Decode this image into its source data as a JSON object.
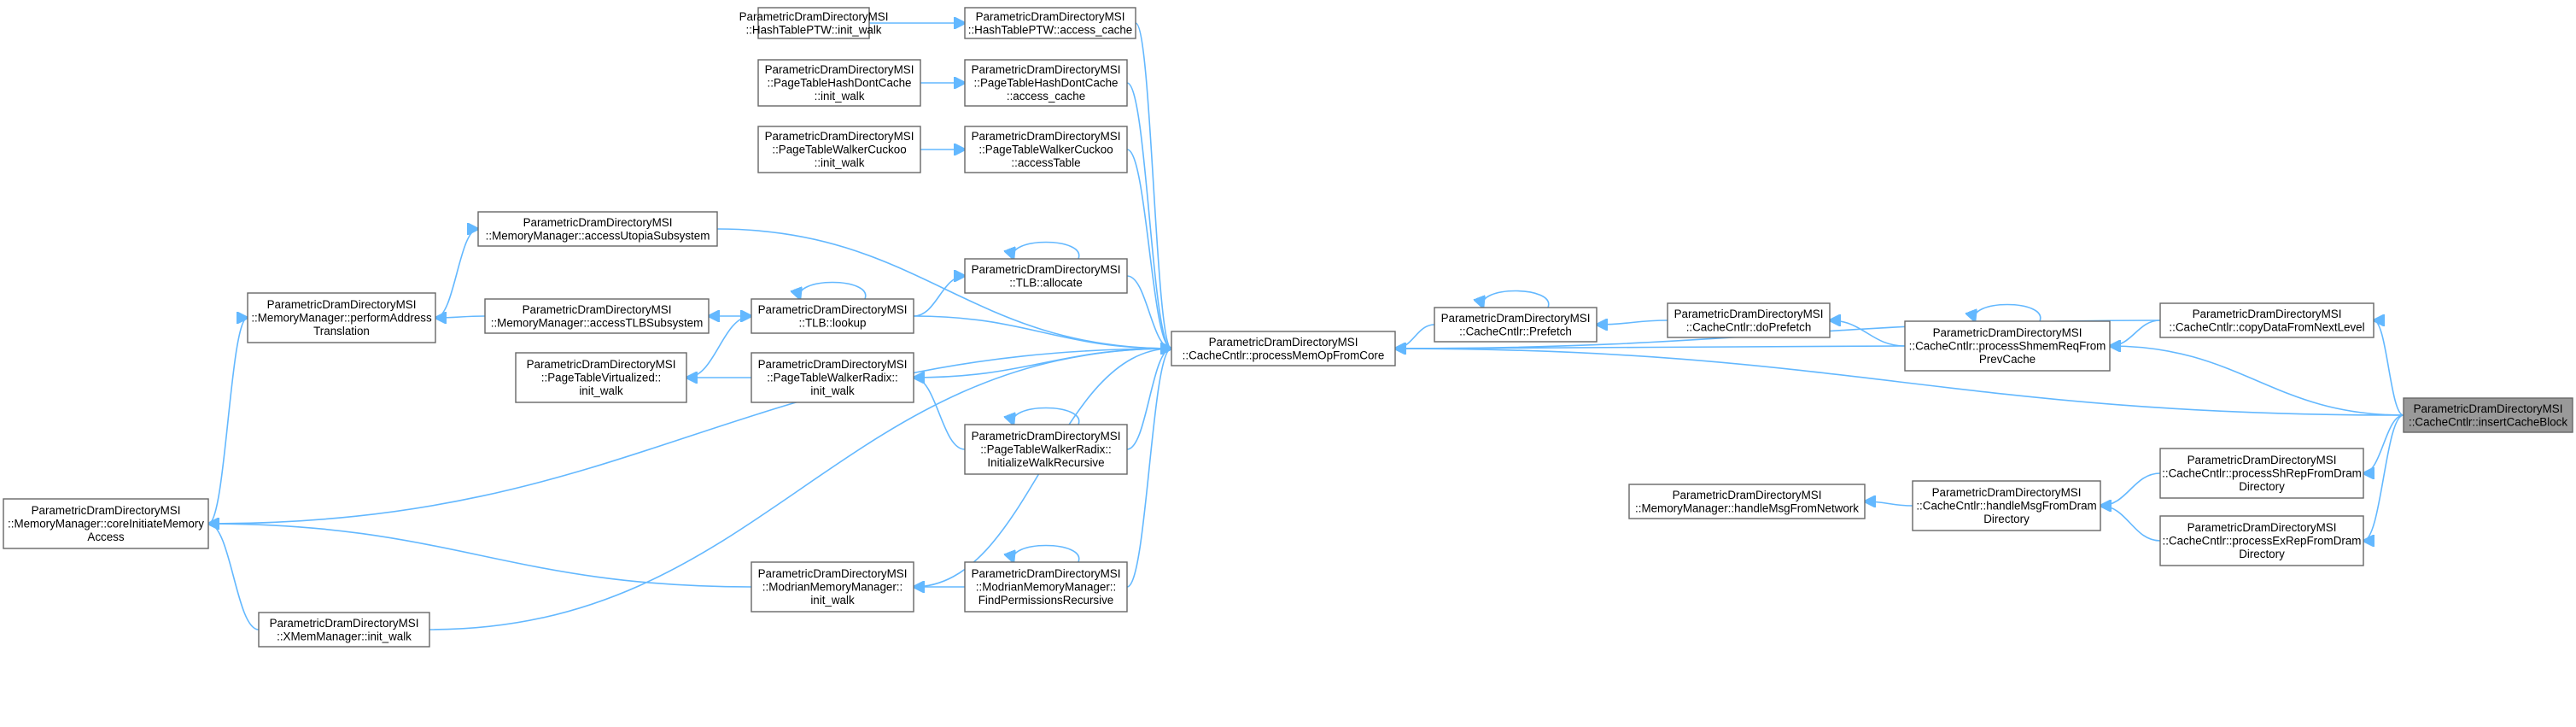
{
  "colors": {
    "edge": "#63b8ff",
    "node_border": "#666666",
    "node_fill": "#ffffff",
    "current_fill": "#999999"
  },
  "nodes": [
    {
      "id": "n_hash_init",
      "lines": [
        "ParametricDramDirectoryMSI",
        "::HashTablePTW::init_walk"
      ]
    },
    {
      "id": "n_hash_cache",
      "lines": [
        "ParametricDramDirectoryMSI",
        "::HashTablePTW::access_cache"
      ]
    },
    {
      "id": "n_phdc_init",
      "lines": [
        "ParametricDramDirectoryMSI",
        "::PageTableHashDontCache",
        "::init_walk"
      ]
    },
    {
      "id": "n_phdc_cache",
      "lines": [
        "ParametricDramDirectoryMSI",
        "::PageTableHashDontCache",
        "::access_cache"
      ]
    },
    {
      "id": "n_cuckoo_init",
      "lines": [
        "ParametricDramDirectoryMSI",
        "::PageTableWalkerCuckoo",
        "::init_walk"
      ]
    },
    {
      "id": "n_cuckoo_acc",
      "lines": [
        "ParametricDramDirectoryMSI",
        "::PageTableWalkerCuckoo",
        "::accessTable"
      ]
    },
    {
      "id": "n_utopia",
      "lines": [
        "ParametricDramDirectoryMSI",
        "::MemoryManager::accessUtopiaSubsystem"
      ]
    },
    {
      "id": "n_tlb_alloc",
      "lines": [
        "ParametricDramDirectoryMSI",
        "::TLB::allocate"
      ]
    },
    {
      "id": "n_perform",
      "lines": [
        "ParametricDramDirectoryMSI",
        "::MemoryManager::performAddress",
        "Translation"
      ]
    },
    {
      "id": "n_tlbsub",
      "lines": [
        "ParametricDramDirectoryMSI",
        "::MemoryManager::accessTLBSubsystem"
      ]
    },
    {
      "id": "n_tlb_lookup",
      "lines": [
        "ParametricDramDirectoryMSI",
        "::TLB::lookup"
      ]
    },
    {
      "id": "n_virt",
      "lines": [
        "ParametricDramDirectoryMSI",
        "::PageTableVirtualized::",
        "init_walk"
      ]
    },
    {
      "id": "n_radix_init",
      "lines": [
        "ParametricDramDirectoryMSI",
        "::PageTableWalkerRadix::",
        "init_walk"
      ]
    },
    {
      "id": "n_radix_rec",
      "lines": [
        "ParametricDramDirectoryMSI",
        "::PageTableWalkerRadix::",
        "InitializeWalkRecursive"
      ]
    },
    {
      "id": "n_memop",
      "lines": [
        "ParametricDramDirectoryMSI",
        "::CacheCntlr::processMemOpFromCore"
      ]
    },
    {
      "id": "n_prefetch",
      "lines": [
        "ParametricDramDirectoryMSI",
        "::CacheCntlr::Prefetch"
      ]
    },
    {
      "id": "n_doprefetch",
      "lines": [
        "ParametricDramDirectoryMSI",
        "::CacheCntlr::doPrefetch"
      ]
    },
    {
      "id": "n_shmem",
      "lines": [
        "ParametricDramDirectoryMSI",
        "::CacheCntlr::processShmemReqFrom",
        "PrevCache"
      ]
    },
    {
      "id": "n_copydata",
      "lines": [
        "ParametricDramDirectoryMSI",
        "::CacheCntlr::copyDataFromNextLevel"
      ]
    },
    {
      "id": "n_insert",
      "lines": [
        "ParametricDramDirectoryMSI",
        "::CacheCntlr::insertCacheBlock"
      ]
    },
    {
      "id": "n_core",
      "lines": [
        "ParametricDramDirectoryMSI",
        "::MemoryManager::coreInitiateMemory",
        "Access"
      ]
    },
    {
      "id": "n_shrep",
      "lines": [
        "ParametricDramDirectoryMSI",
        "::CacheCntlr::processShRepFromDram",
        "Directory"
      ]
    },
    {
      "id": "n_netmsg",
      "lines": [
        "ParametricDramDirectoryMSI",
        "::MemoryManager::handleMsgFromNetwork"
      ]
    },
    {
      "id": "n_handlemsg",
      "lines": [
        "ParametricDramDirectoryMSI",
        "::CacheCntlr::handleMsgFromDram",
        "Directory"
      ]
    },
    {
      "id": "n_exrep",
      "lines": [
        "ParametricDramDirectoryMSI",
        "::CacheCntlr::processExRepFromDram",
        "Directory"
      ]
    },
    {
      "id": "n_modrian_init",
      "lines": [
        "ParametricDramDirectoryMSI",
        "::ModrianMemoryManager::",
        "init_walk"
      ]
    },
    {
      "id": "n_modrian_rec",
      "lines": [
        "ParametricDramDirectoryMSI",
        "::ModrianMemoryManager::",
        "FindPermissionsRecursive"
      ]
    },
    {
      "id": "n_xmem",
      "lines": [
        "ParametricDramDirectoryMSI",
        "::XMemManager::init_walk"
      ]
    }
  ],
  "edges": [
    {
      "from": "n_hash_init",
      "to": "n_hash_cache"
    },
    {
      "from": "n_phdc_init",
      "to": "n_phdc_cache"
    },
    {
      "from": "n_cuckoo_init",
      "to": "n_cuckoo_acc"
    },
    {
      "from": "n_hash_cache",
      "to": "n_memop"
    },
    {
      "from": "n_phdc_cache",
      "to": "n_memop"
    },
    {
      "from": "n_cuckoo_acc",
      "to": "n_memop"
    },
    {
      "from": "n_utopia",
      "to": "n_memop"
    },
    {
      "from": "n_tlb_alloc",
      "to": "n_memop"
    },
    {
      "from": "n_tlb_lookup",
      "to": "n_memop"
    },
    {
      "from": "n_radix_init",
      "to": "n_memop"
    },
    {
      "from": "n_radix_rec",
      "to": "n_memop"
    },
    {
      "from": "n_modrian_rec",
      "to": "n_memop"
    },
    {
      "from": "n_modrian_init",
      "to": "n_memop"
    },
    {
      "from": "n_xmem",
      "to": "n_memop"
    },
    {
      "from": "n_core",
      "to": "n_memop"
    },
    {
      "from": "n_prefetch",
      "to": "n_memop"
    },
    {
      "from": "n_shmem",
      "to": "n_memop"
    },
    {
      "from": "n_copydata",
      "to": "n_memop"
    },
    {
      "from": "n_insert",
      "to": "n_memop"
    },
    {
      "from": "n_perform",
      "to": "n_utopia"
    },
    {
      "from": "n_tlbsub",
      "to": "n_perform"
    },
    {
      "from": "n_tlb_lookup",
      "to": "n_tlbsub"
    },
    {
      "from": "n_tlb_lookup",
      "to": "n_tlb_alloc"
    },
    {
      "from": "n_virt",
      "to": "n_tlb_lookup"
    },
    {
      "from": "n_radix_init",
      "to": "n_virt"
    },
    {
      "from": "n_radix_rec",
      "to": "n_radix_init"
    },
    {
      "from": "n_core",
      "to": "n_perform"
    },
    {
      "from": "n_modrian_init",
      "to": "n_core"
    },
    {
      "from": "n_xmem",
      "to": "n_core"
    },
    {
      "from": "n_modrian_rec",
      "to": "n_modrian_init"
    },
    {
      "from": "n_doprefetch",
      "to": "n_prefetch"
    },
    {
      "from": "n_shmem",
      "to": "n_doprefetch"
    },
    {
      "from": "n_copydata",
      "to": "n_shmem"
    },
    {
      "from": "n_insert",
      "to": "n_copydata"
    },
    {
      "from": "n_insert",
      "to": "n_shmem"
    },
    {
      "from": "n_insert",
      "to": "n_shrep"
    },
    {
      "from": "n_insert",
      "to": "n_exrep"
    },
    {
      "from": "n_shrep",
      "to": "n_handlemsg"
    },
    {
      "from": "n_exrep",
      "to": "n_handlemsg"
    },
    {
      "from": "n_handlemsg",
      "to": "n_netmsg"
    },
    {
      "from": "n_tlb_alloc",
      "to": "n_tlb_alloc"
    },
    {
      "from": "n_tlb_lookup",
      "to": "n_tlb_lookup"
    },
    {
      "from": "n_radix_rec",
      "to": "n_radix_rec"
    },
    {
      "from": "n_modrian_rec",
      "to": "n_modrian_rec"
    },
    {
      "from": "n_prefetch",
      "to": "n_prefetch"
    },
    {
      "from": "n_shmem",
      "to": "n_shmem"
    }
  ]
}
